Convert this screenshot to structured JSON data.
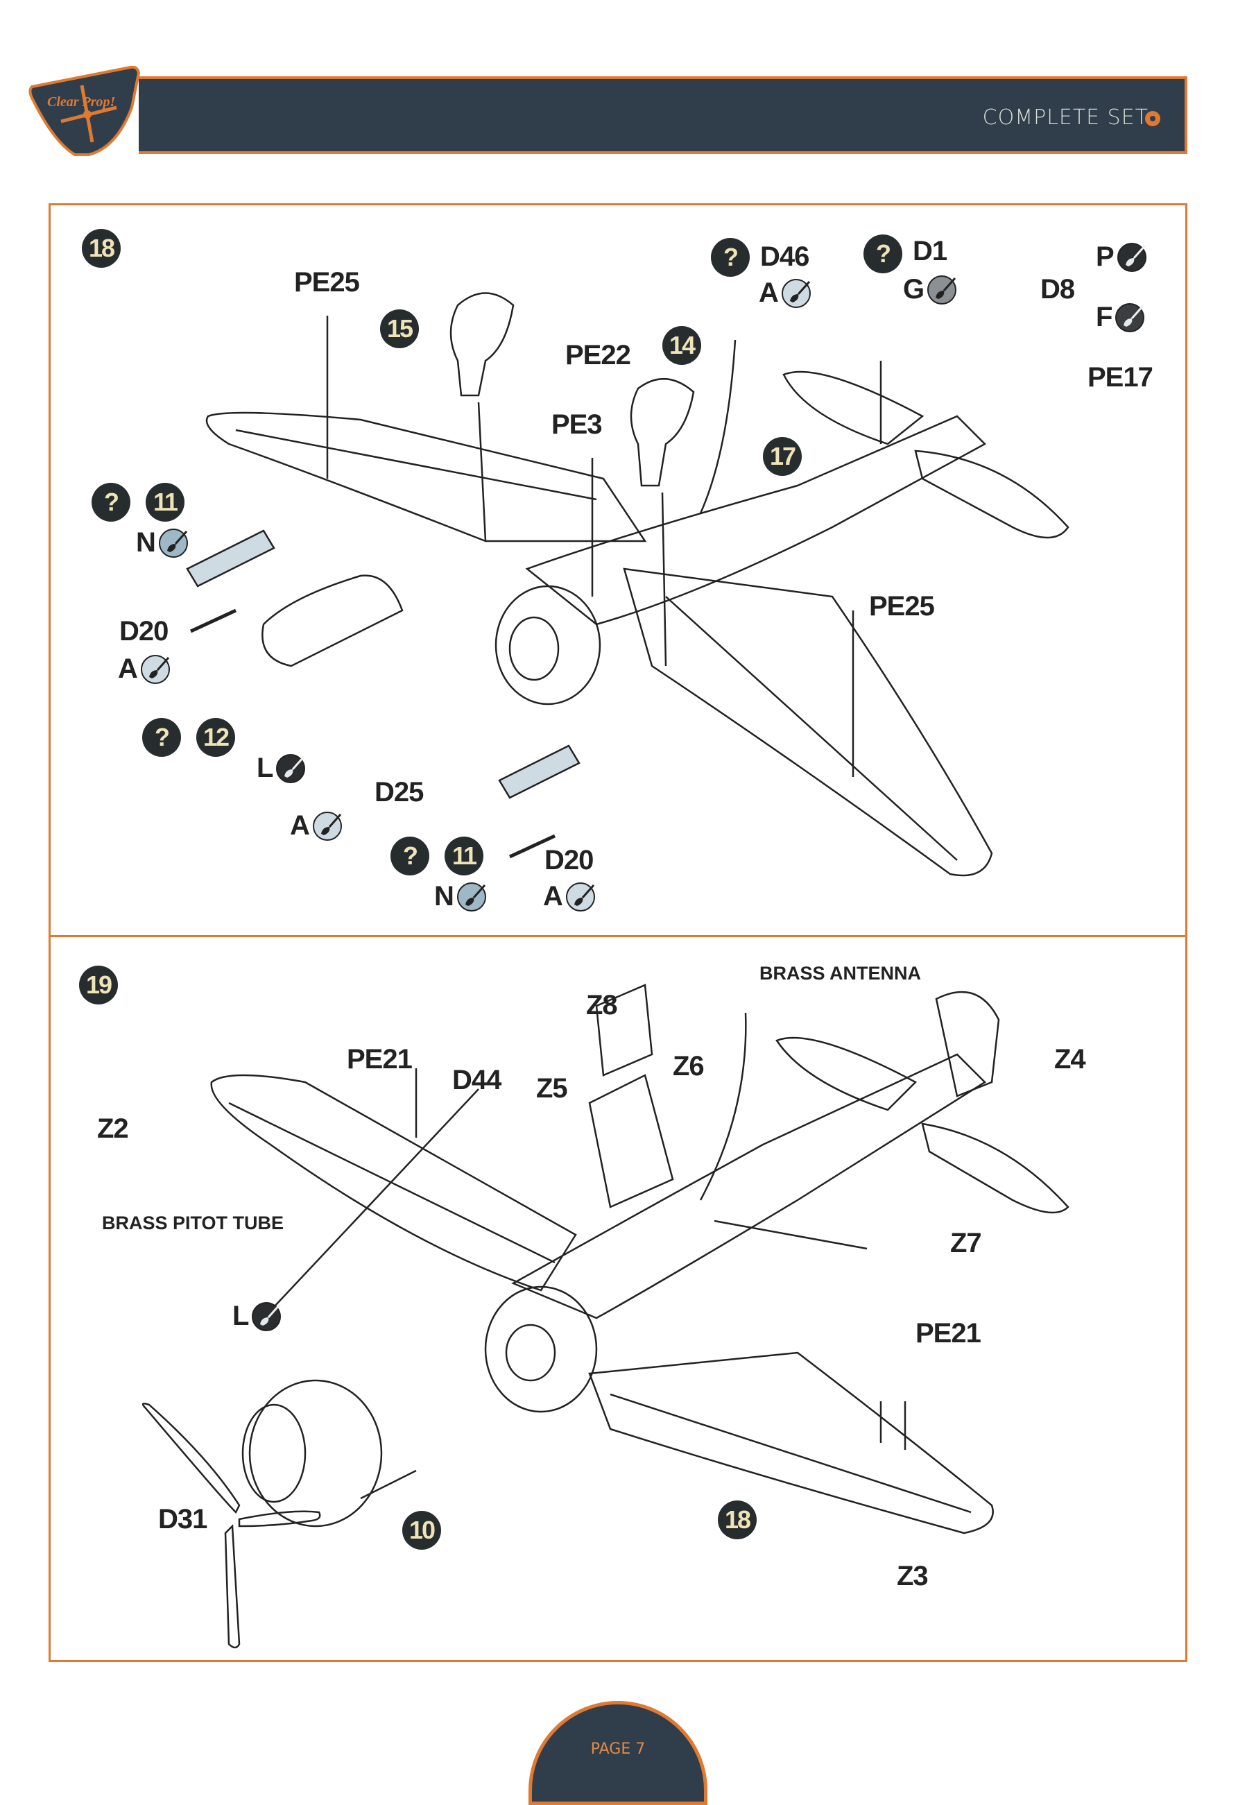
{
  "header": {
    "brand": "Clear Prop!",
    "title": "COMPLETE SET",
    "colors": {
      "bar": "#2f3e4a",
      "accent": "#e07a32",
      "badge": "#272c2e",
      "badge_text": "#efe4b8"
    }
  },
  "paints": {
    "A": "#cfdbe3",
    "N": "#9fb8c8",
    "G": "#8a9094",
    "L": "#2a2e30",
    "P": "#2a2e30",
    "F": "#3a3e40"
  },
  "step18": {
    "step_number": "18",
    "sub_steps": {
      "s15": "15",
      "s14": "14",
      "s17": "17",
      "s11a": "11",
      "s12": "12",
      "s11b": "11"
    },
    "optional_mark": "?",
    "labels": {
      "pe25_top": "PE25",
      "pe22": "PE22",
      "pe3": "PE3",
      "d46": "D46",
      "d1": "D1",
      "d8": "D8",
      "pe17": "PE17",
      "pe25_right": "PE25",
      "d20_left": "D20",
      "d25": "D25",
      "d20_bottom": "D20"
    },
    "paint_callouts": {
      "d46_paint": "A",
      "d1_paint": "G",
      "d8_paint_top": "P",
      "d8_paint_bottom": "F",
      "n_left": "N",
      "d20_left_paint": "A",
      "d25_paint_top": "L",
      "d25_paint_bottom": "A",
      "n_bottom": "N",
      "d20_bottom_paint": "A"
    }
  },
  "step19": {
    "step_number": "19",
    "sub_steps": {
      "s10": "10",
      "s18": "18"
    },
    "labels": {
      "z8": "Z8",
      "brass_antenna": "BRASS ANTENNA",
      "pe21_top": "PE21",
      "d44": "D44",
      "z5": "Z5",
      "z6": "Z6",
      "z4": "Z4",
      "z2": "Z2",
      "brass_pitot": "BRASS PITOT TUBE",
      "z7": "Z7",
      "pe21_right": "PE21",
      "d31": "D31",
      "z3": "Z3"
    },
    "paint_callouts": {
      "l_paint": "L"
    }
  },
  "footer": {
    "page_label": "PAGE 7"
  }
}
